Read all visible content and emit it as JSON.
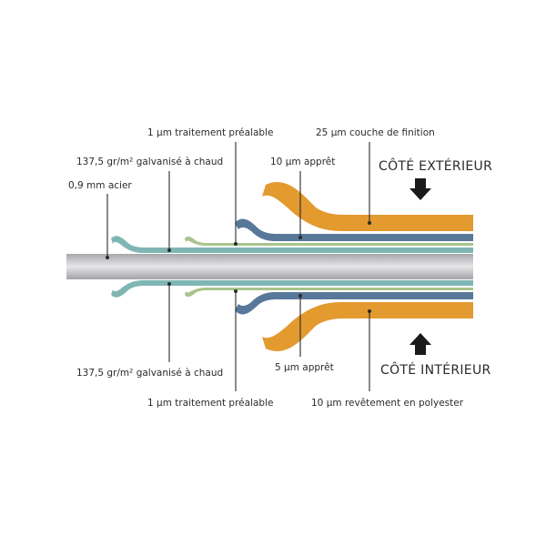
{
  "labels": {
    "outer_pretreatment": "1 µm traitement préalable",
    "outer_topcoat": "25 µm couche de finition",
    "outer_galvanized": "137,5 gr/m² galvanisé à chaud",
    "outer_primer": "10 µm apprêt",
    "steel": "0,9 mm  acier",
    "inner_galvanized": "137,5 gr/m² galvanisé à chaud",
    "inner_primer": "5 µm apprêt",
    "inner_pretreatment": "1 µm traitement préalable",
    "inner_polyester": "10 µm revêtement en polyester"
  },
  "sides": {
    "exterior": "CÔTÉ EXTÉRIEUR",
    "interior": "CÔTÉ INTÉRIEUR"
  },
  "colors": {
    "orange": "#E39A2F",
    "blue": "#58789A",
    "teal": "#7FB6B4",
    "green": "#A9C48C",
    "steel_light": "#E4E4E6",
    "steel_dark": "#9E9FA3"
  }
}
